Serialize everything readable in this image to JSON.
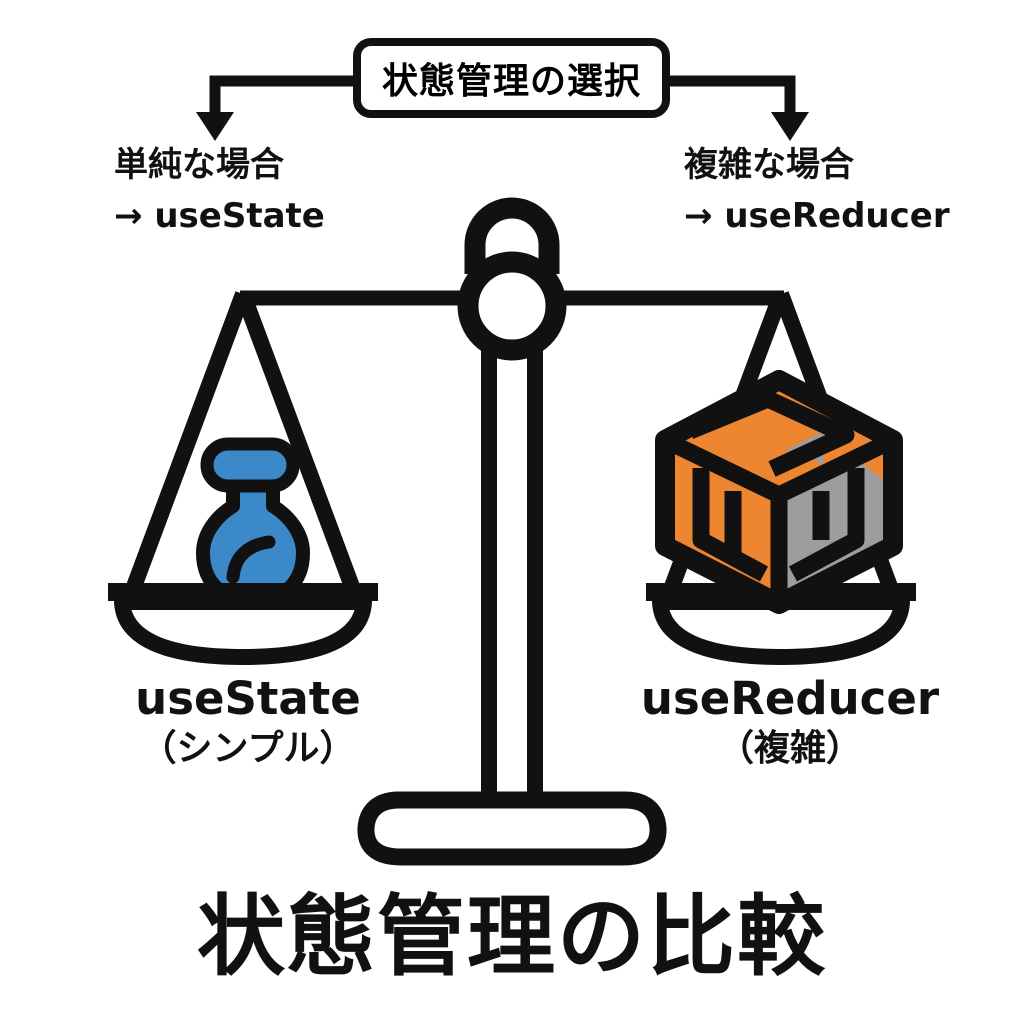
{
  "colors": {
    "ink": "#111111",
    "blue": "#3b89c9",
    "orange": "#ee8531",
    "gray": "#9d9d9d",
    "background": "#ffffff"
  },
  "header": {
    "label": "状態管理の選択"
  },
  "branches": {
    "left": {
      "condition": "単純な場合",
      "result": "→ useState"
    },
    "right": {
      "condition": "複雑な場合",
      "result": "→ useReducer"
    }
  },
  "scale": {
    "left_pan": {
      "name": "useState",
      "tag": "（シンプル）",
      "icon": "flask-icon"
    },
    "right_pan": {
      "name": "useReducer",
      "tag": "（複雑）",
      "icon": "cube-icon"
    }
  },
  "title": "状態管理の比較"
}
